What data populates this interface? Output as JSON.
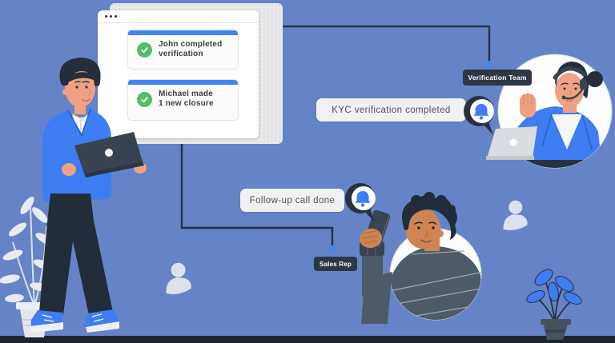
{
  "scene": {
    "type": "flat-illustration",
    "background_color": "#6484c7",
    "ground_color": "#1c2430",
    "accent_blue": "#3f7df2",
    "card_bar_blue": "#4285f4",
    "success_green": "#53bf6b",
    "dark_navy": "#2e3744",
    "icons": {
      "check": "check-icon (white tick in green circle)",
      "bell": "bell-icon (blue bell in speech bubble)",
      "window_dots": "window-controls (three dark dots)",
      "user_silhouette": "user-silhouette-icon (light person shape)"
    }
  },
  "notifications_window": {
    "cards": [
      {
        "line1": "John completed",
        "line2": "verification"
      },
      {
        "line1": "Michael made",
        "line2": "1 new closure"
      }
    ]
  },
  "verification_team": {
    "label": "Verification Team",
    "speech_text": "KYC verification completed"
  },
  "sales_rep": {
    "label": "Sales Rep",
    "speech_text": "Follow-up call done"
  }
}
